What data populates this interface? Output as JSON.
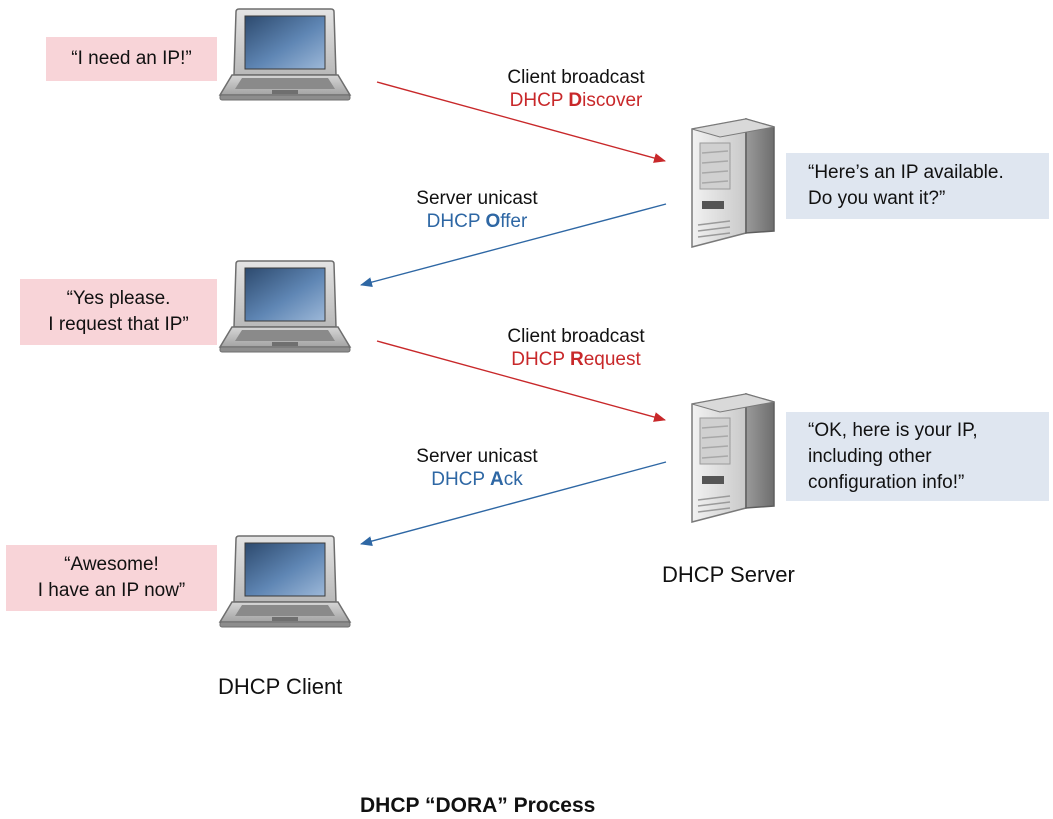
{
  "bubbles": {
    "client_1": [
      "“I need an IP!”"
    ],
    "server_1": [
      "“Here’s an IP available.",
      "Do you want it?”"
    ],
    "client_2": [
      "“Yes please.",
      "I request that IP”"
    ],
    "server_2": [
      "“OK, here is your IP,",
      "including other",
      "configuration info!”"
    ],
    "client_3": [
      "“Awesome!",
      "I have an IP now”"
    ]
  },
  "messages": {
    "discover": {
      "line1": "Client broadcast",
      "prefix": "DHCP ",
      "letter": "D",
      "rest": "iscover",
      "color": "#c8282a"
    },
    "offer": {
      "line1": "Server unicast",
      "prefix": "DHCP ",
      "letter": "O",
      "rest": "ffer",
      "color": "#2e67a4"
    },
    "request": {
      "line1": "Client broadcast",
      "prefix": "DHCP ",
      "letter": "R",
      "rest": "equest",
      "color": "#c8282a"
    },
    "ack": {
      "line1": "Server unicast",
      "prefix": "DHCP ",
      "letter": "A",
      "rest": "ck",
      "color": "#2e67a4"
    }
  },
  "captions": {
    "server": "DHCP Server",
    "client": "DHCP Client",
    "title": "DHCP “DORA” Process"
  },
  "icons": {
    "client": "laptop-icon",
    "server": "server-tower-icon"
  }
}
